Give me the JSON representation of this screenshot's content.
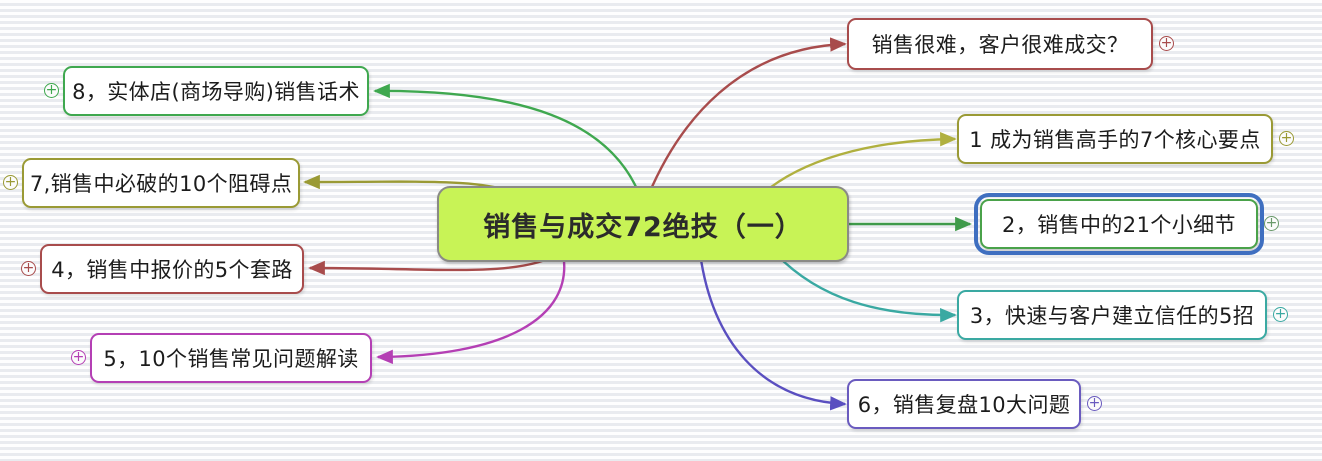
{
  "app": {
    "type": "mindmap",
    "background_color": "#f0f1f3"
  },
  "central": {
    "label": "销售与成交72绝技（一）",
    "fill": "#c8f356",
    "border": "#8a8a86"
  },
  "expander_symbol": "+",
  "nodes": [
    {
      "id": "n1",
      "label": "销售很难，客户很难成交？",
      "side": "right",
      "border": "#a84c4c",
      "edge_color": "#a84c4c",
      "selected": false
    },
    {
      "id": "n2",
      "label": "1 成为销售高手的7个核心要点",
      "side": "right",
      "border": "#9a9a35",
      "edge_color": "#b0b03f",
      "selected": false
    },
    {
      "id": "n3",
      "label": "2，销售中的21个小细节",
      "side": "right",
      "border": "#4aa24a",
      "edge_color": "#3f9a4a",
      "selected": true,
      "selection_color": "#3f6fc0"
    },
    {
      "id": "n4",
      "label": "3，快速与客户建立信任的5招",
      "side": "right",
      "border": "#3aa9a2",
      "edge_color": "#3aa9a2",
      "selected": false
    },
    {
      "id": "n5",
      "label": "6，销售复盘10大问题",
      "side": "right",
      "border": "#6a5bbf",
      "edge_color": "#5a4fc0",
      "selected": false
    },
    {
      "id": "n6",
      "label": "8，实体店(商场导购)销售话术",
      "side": "left",
      "border": "#3fa84f",
      "edge_color": "#3fa84f",
      "selected": false
    },
    {
      "id": "n7",
      "label": "7,销售中必破的10个阻碍点",
      "side": "left",
      "border": "#9a9a35",
      "edge_color": "#9a9a35",
      "selected": false
    },
    {
      "id": "n8",
      "label": "4，销售中报价的5个套路",
      "side": "left",
      "border": "#a84c4c",
      "edge_color": "#a84c4c",
      "selected": false
    },
    {
      "id": "n9",
      "label": "5，10个销售常见问题解读",
      "side": "left",
      "border": "#b43fb4",
      "edge_color": "#b43fb4",
      "selected": false
    }
  ]
}
